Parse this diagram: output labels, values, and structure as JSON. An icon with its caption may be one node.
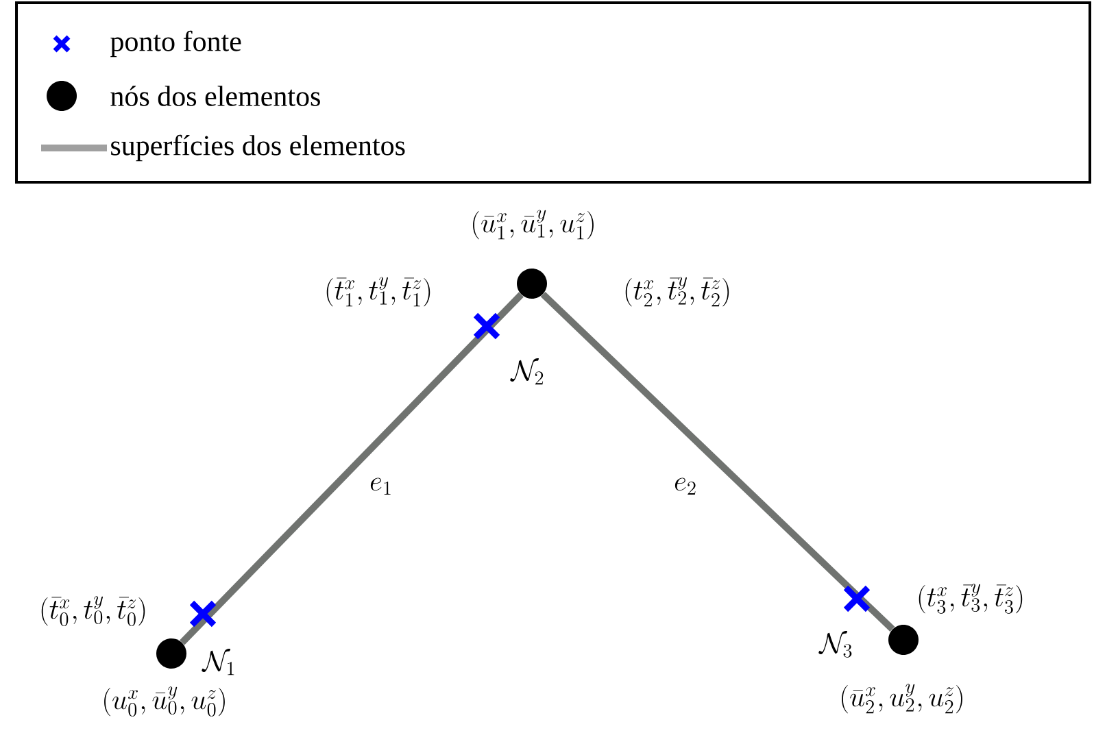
{
  "diagram": {
    "nodes": [
      {
        "text": [],
        "shape": "circle",
        "beside": [
          "(u_0^x, \\bar{u}_0^y, u_0^z)"
        ]
      },
      {
        "text": [],
        "shape": "circle",
        "beside": [
          "(\\bar{u}_1^x, \\bar{u}_1^y, u_1^z)"
        ]
      },
      {
        "text": [],
        "shape": "circle",
        "beside": [
          "(\\bar{u}_2^x, u_2^y, u_2^z)"
        ]
      }
    ],
    "edges": [
      {
        "from": 0,
        "to": 1,
        "arrow": "none",
        "label": "e_1"
      },
      {
        "from": 1,
        "to": 2,
        "arrow": "none",
        "label": "e_2"
      }
    ],
    "labels": [
      "(\\bar{t}_1^x, t_1^y, \\bar{t}_1^z)",
      "(t_2^x, \\bar{t}_2^y, \\bar{t}_2^z)",
      "\\mathcal{N}_2",
      "(\\bar{t}_0^x, t_0^y, \\bar{t}_0^z)",
      "(t_3^x, \\bar{t}_3^y, \\bar{t}_3^z)",
      "\\mathcal{N}_1",
      "\\mathcal{N}_3"
    ],
    "legend": [
      {
        "text": "ponto fonte"
      },
      {
        "text": "nós dos elementos"
      },
      {
        "text": "superfícies dos elementos"
      }
    ]
  }
}
